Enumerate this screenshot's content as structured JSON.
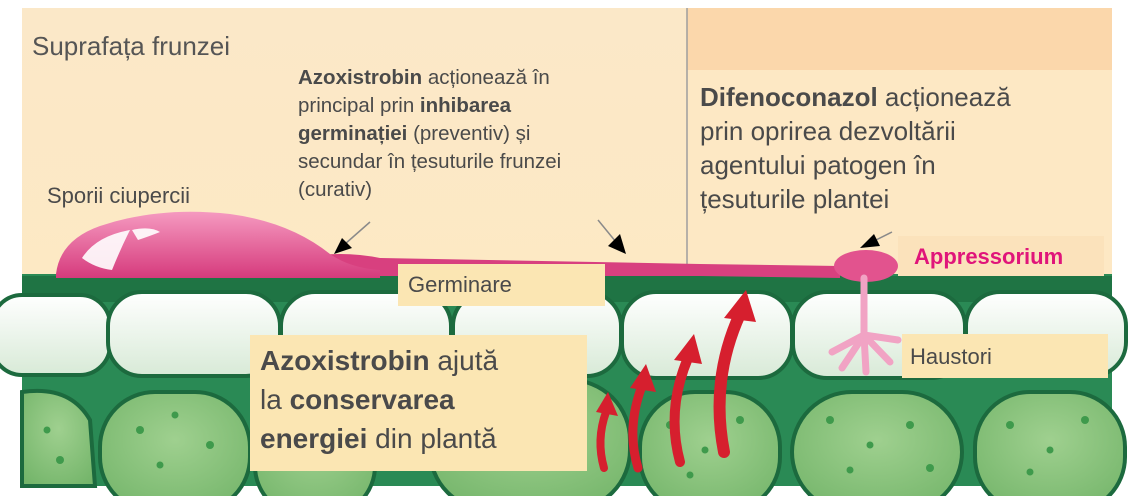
{
  "labels": {
    "leaf_surface": "Suprafața frunzei",
    "fungal_spores": "Sporii ciupercii",
    "germination": "Germinare",
    "appressorium": "Appressorium",
    "haustoria": "Haustori"
  },
  "azoxystrobin_top": {
    "l1_bold": "Azoxistrobin",
    "l1_rest": " acționează în",
    "l2_start": "principal prin ",
    "l2_bold": "inhibarea",
    "l3_bold": "germinației",
    "l3_rest": " (preventiv) și",
    "l4": "secundar în țesuturile frunzei",
    "l5": "(curativ)"
  },
  "difenoconazole": {
    "l1_bold": "Difenoconazol",
    "l1_rest": " acționează",
    "l2": "prin oprirea dezvoltării",
    "l3": "agentului patogen în",
    "l4": "țesuturile plantei"
  },
  "azoxystrobin_energy": {
    "l1_bold": "Azoxistrobin",
    "l1_rest": " ajută",
    "l2_start": "la ",
    "l2_bold": "conservarea",
    "l3_bold": "energiei",
    "l3_rest": " din plantă"
  },
  "colors": {
    "background_panel": "#fde7c2",
    "right_top_band": "#fbd8ad",
    "leaf_green": "#2a8a55",
    "cell_fill": "#eaf3e8",
    "spore_pink": "#e2538e",
    "appressorium_text": "#e0157a",
    "arrow_red": "#d61f2e",
    "label_box": "#fbe6b3"
  }
}
